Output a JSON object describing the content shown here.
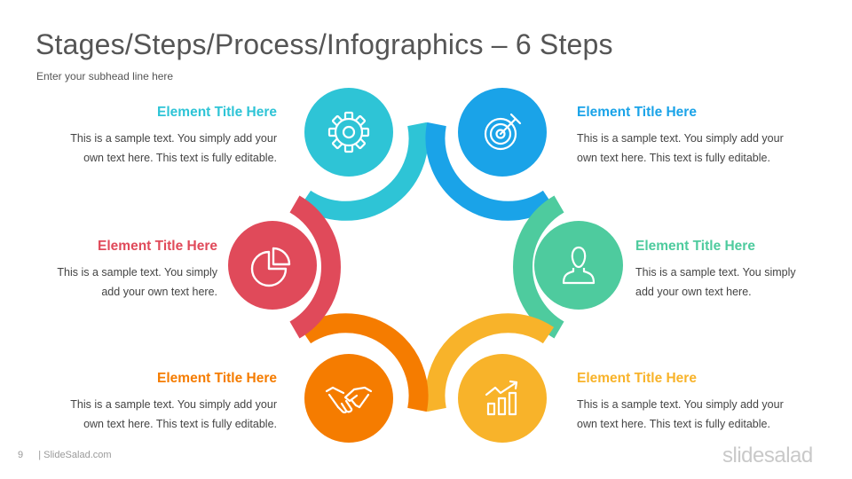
{
  "slide": {
    "title": "Stages/Steps/Process/Infographics – 6 Steps",
    "subhead": "Enter your subhead  line here"
  },
  "steps": [
    {
      "title": "Element Title Here",
      "body1": "This is a sample text. You simply add your",
      "body2": "own text here. This text is fully editable.",
      "color": "#2ec4d6",
      "icon": "gear-icon"
    },
    {
      "title": "Element Title Here",
      "body1": "This is a sample text. You simply add your",
      "body2": "own text here. This text is fully editable.",
      "color": "#1aa3e8",
      "icon": "target-icon"
    },
    {
      "title": "Element Title Here",
      "body1": "This is a sample text. You simply",
      "body2": "add your own text here.",
      "color": "#e04a5a",
      "icon": "pie-chart-icon"
    },
    {
      "title": "Element Title Here",
      "body1": "This is a sample text. You simply",
      "body2": "add your own text here.",
      "color": "#4ecb9e",
      "icon": "user-icon"
    },
    {
      "title": "Element Title Here",
      "body1": "This is a sample text. You simply add your",
      "body2": "own text here. This text is fully editable.",
      "color": "#f57c00",
      "icon": "handshake-icon"
    },
    {
      "title": "Element Title Here",
      "body1": "This is a sample text. You simply add your",
      "body2": "own text here. This text is fully editable.",
      "color": "#f8b32a",
      "icon": "growth-chart-icon"
    }
  ],
  "footer": {
    "page_number": "9",
    "site": "| SlideSalad.com",
    "logo": "slidesalad"
  }
}
